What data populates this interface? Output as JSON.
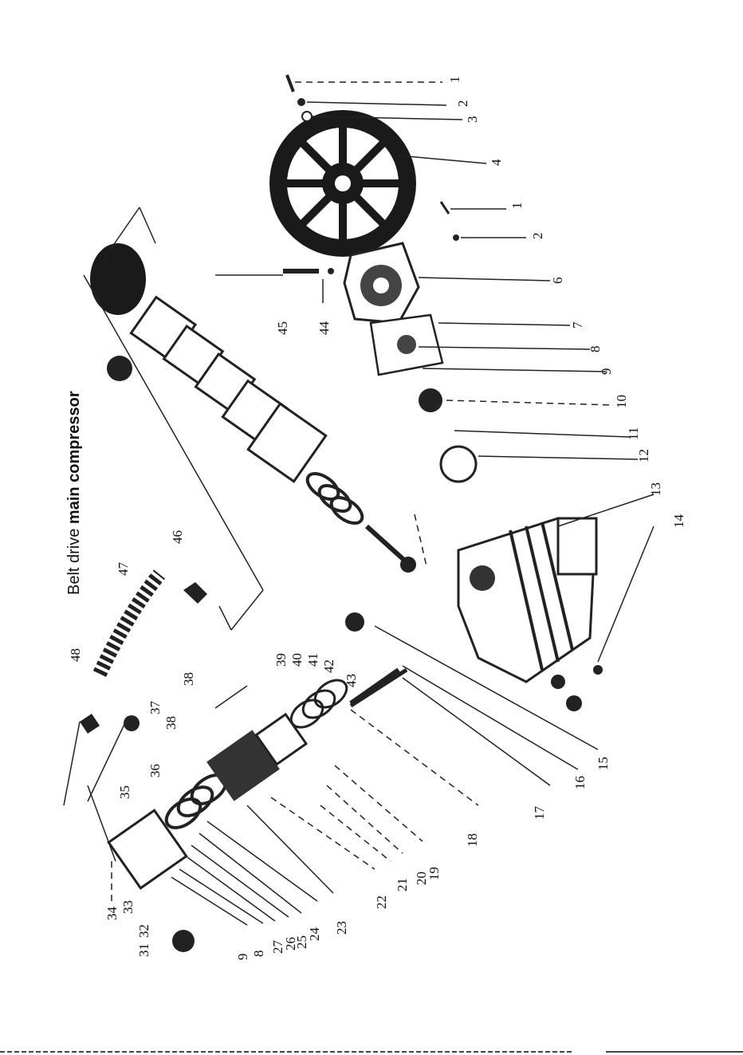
{
  "title": {
    "prefix": "Belt drive ",
    "main": "main ",
    "rest": "compressor"
  },
  "callouts": [
    "1",
    "2",
    "3",
    "4",
    "1",
    "2",
    "6",
    "7",
    "8",
    "9",
    "10",
    "11",
    "12",
    "13",
    "14",
    "15",
    "16",
    "17",
    "18",
    "19",
    "20",
    "21",
    "22",
    "23",
    "24",
    "25",
    "26",
    "27",
    "8",
    "9",
    "31",
    "32",
    "33",
    "34",
    "35",
    "36",
    "37",
    "38",
    "38",
    "39",
    "40",
    "41",
    "42",
    "43",
    "44",
    "45",
    "46",
    "47",
    "48"
  ]
}
